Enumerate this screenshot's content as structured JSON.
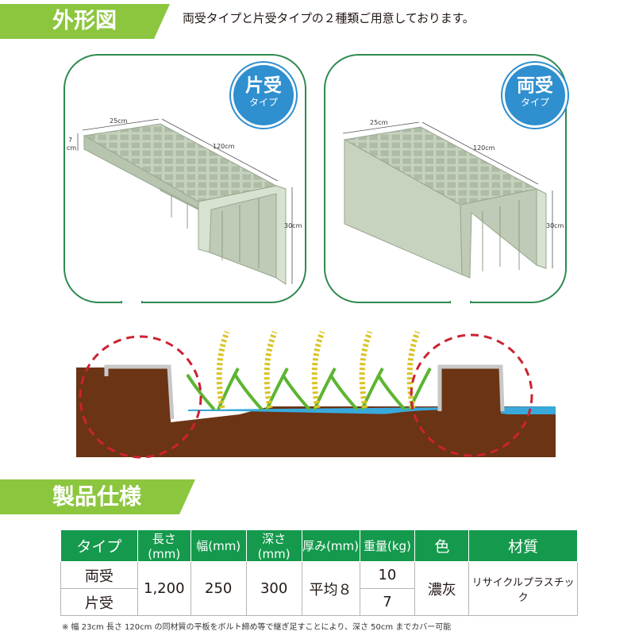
{
  "section_shape": {
    "title": "外形図"
  },
  "intro_text": "両受タイプと片受タイプの２種類ご用意しております。",
  "left_product": {
    "badge_main": "片受",
    "badge_sub": "タイプ",
    "width": "25cm",
    "length": "120cm",
    "height": "30cm",
    "lip_line1": "7",
    "lip_line2": "cm"
  },
  "right_product": {
    "badge_main": "両受",
    "badge_sub": "タイプ",
    "width": "25cm",
    "length": "120cm",
    "height": "30cm"
  },
  "section_spec": {
    "title": "製品仕様"
  },
  "spec_table": {
    "headers": [
      "タイプ",
      "長さ(mm)",
      "幅(mm)",
      "深さ(mm)",
      "厚み(mm)",
      "重量(kg)",
      "色",
      "材質"
    ],
    "rows": [
      {
        "type": "両受",
        "weight": "10"
      },
      {
        "type": "片受",
        "weight": "7"
      }
    ],
    "shared": {
      "length": "1,200",
      "width": "250",
      "depth": "300",
      "thickness": "平均８",
      "color": "濃灰",
      "material": "リサイクルプラスチック"
    }
  },
  "footnote": "※ 幅 23cm 長さ 120cm の同材質の平板をボルト締め等で継ぎ足すことにより、深さ 50cm までカバー可能",
  "colors": {
    "accent_green": "#8cc63f",
    "table_header": "#159a4d",
    "bubble_border": "#2d8a4e",
    "badge_blue": "#2f8fcf",
    "soil": "#6b3415",
    "water": "#39a9dc",
    "product_gray": "#c6d2bf",
    "dashed_red": "#cc2231"
  },
  "icons": [
    "rice-plant-icon",
    "dashed-circle-icon"
  ]
}
